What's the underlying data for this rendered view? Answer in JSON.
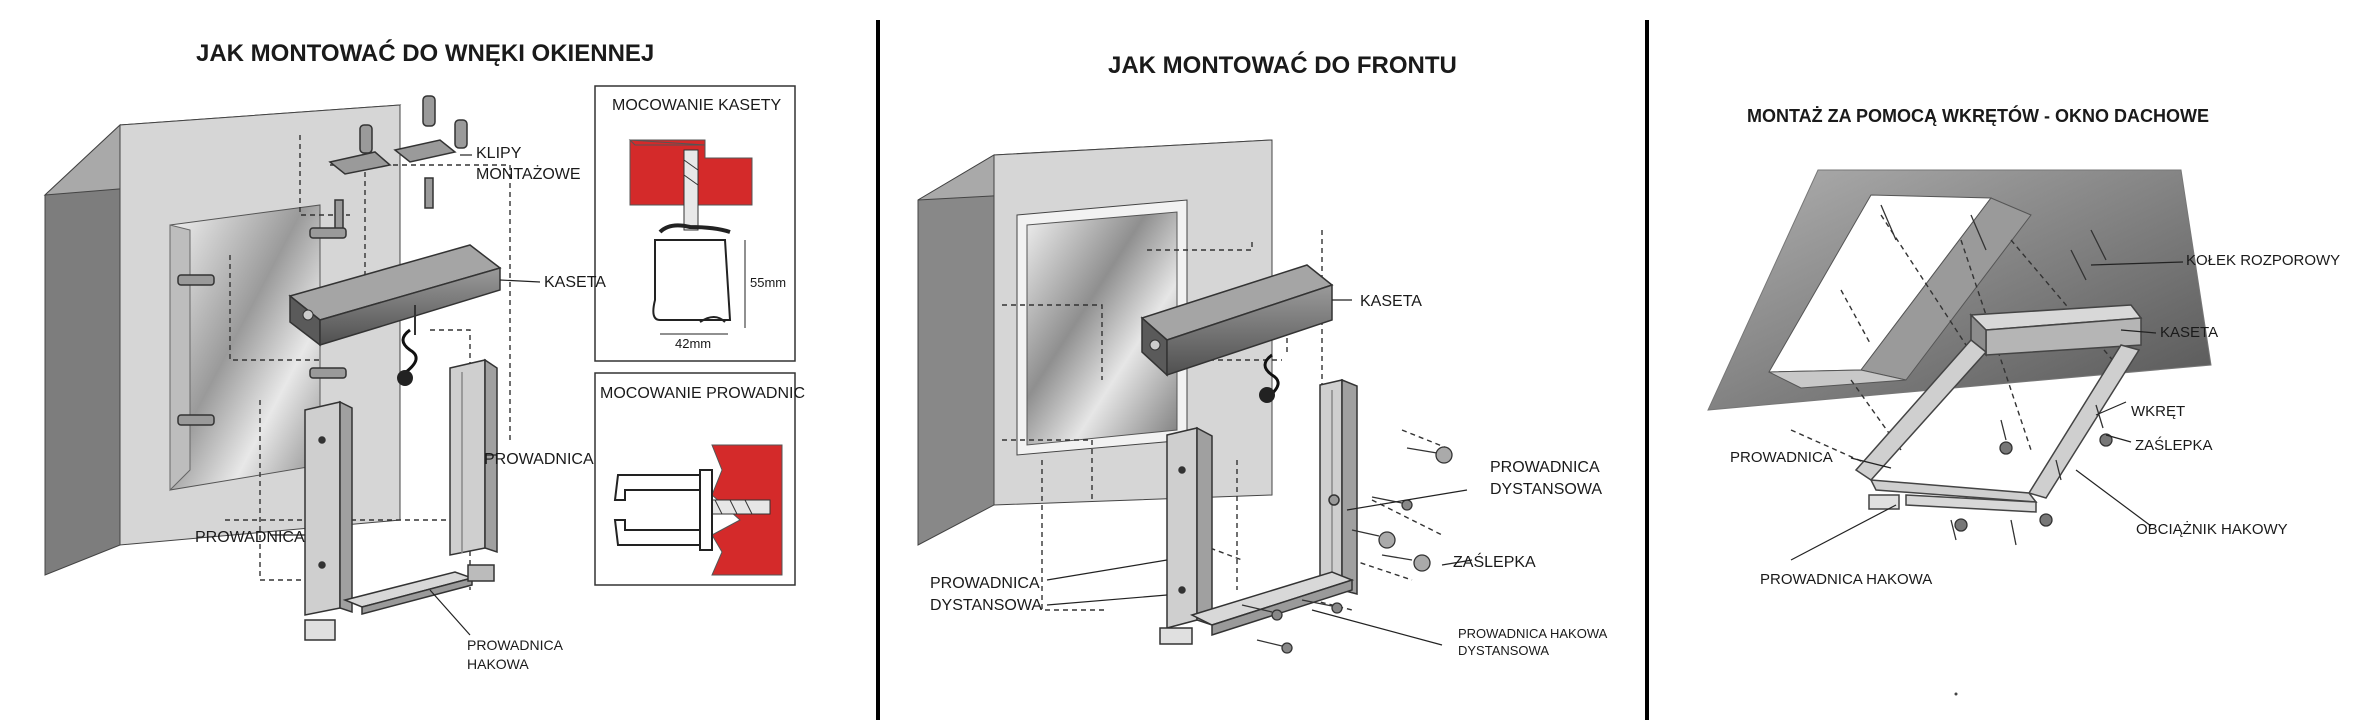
{
  "panel1": {
    "title": "JAK MONTOWAĆ DO WNĘKI OKIENNEJ",
    "labels": {
      "klipy_line1": "KLIPY",
      "klipy_line2": "MONTAŻOWE",
      "kaseta": "KASETA",
      "prowadnica_right": "PROWADNICA",
      "prowadnica_left": "PROWADNICA",
      "hakowa_line1": "PROWADNICA",
      "hakowa_line2": "HAKOWA"
    },
    "inset_kasety": {
      "title": "MOCOWANIE KASETY",
      "dim_height": "55mm",
      "dim_width": "42mm"
    },
    "inset_prowadnic": {
      "title": "MOCOWANIE PROWADNIC"
    }
  },
  "panel2": {
    "title": "JAK MONTOWAĆ DO FRONTU",
    "labels": {
      "kaseta": "KASETA",
      "dyst_line1": "PROWADNICA",
      "dyst_line2": "DYSTANSOWA",
      "zaslepka": "ZAŚLEPKA",
      "left_line1": "PROWADNICA",
      "left_line2": "DYSTANSOWA",
      "hak_line1": "PROWADNICA HAKOWA",
      "hak_line2": "DYSTANSOWA"
    }
  },
  "panel3": {
    "title": "MONTAŻ ZA POMOCĄ  WKRĘTÓW - OKNO DACHOWE",
    "labels": {
      "kolek": "KOŁEK ROZPOROWY",
      "kaseta": "KASETA",
      "wkret": "WKRĘT",
      "zaslepka": "ZAŚLEPKA",
      "prowadnica": "PROWADNICA",
      "obciaznik": "OBCIĄŻNIK HAKOWY",
      "hakowa": "PROWADNICA HAKOWA"
    }
  },
  "colors": {
    "wall_front": "#d4d4d4",
    "wall_side": "#8c8c8c",
    "cassette": "#6e6e6e",
    "guide_rail": "#cfcfcf",
    "red_wall": "#d42a2a",
    "divider": "#000000"
  }
}
